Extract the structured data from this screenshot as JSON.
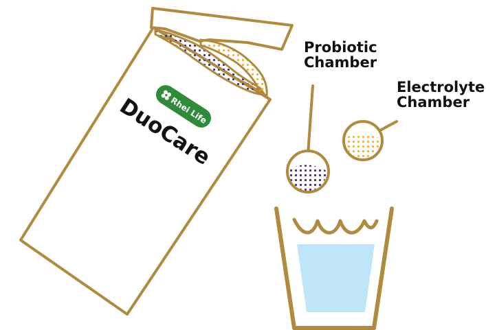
{
  "brand": {
    "logo_text": "Rhei Life",
    "product_name": "DuoCare"
  },
  "labels": {
    "probiotic": [
      "Probiotic",
      "Chamber"
    ],
    "electrolyte": [
      "Electrolyte",
      "Chamber"
    ]
  },
  "colors": {
    "outline": "#b08a3e",
    "probiotic_dots": "#3c2e8c",
    "electrolyte_dots": "#f2b233",
    "water": "#bfe6f7",
    "logo_green": "#2e8b3a",
    "text": "#111111"
  },
  "icons": {
    "logo_mark": "clover-icon"
  }
}
